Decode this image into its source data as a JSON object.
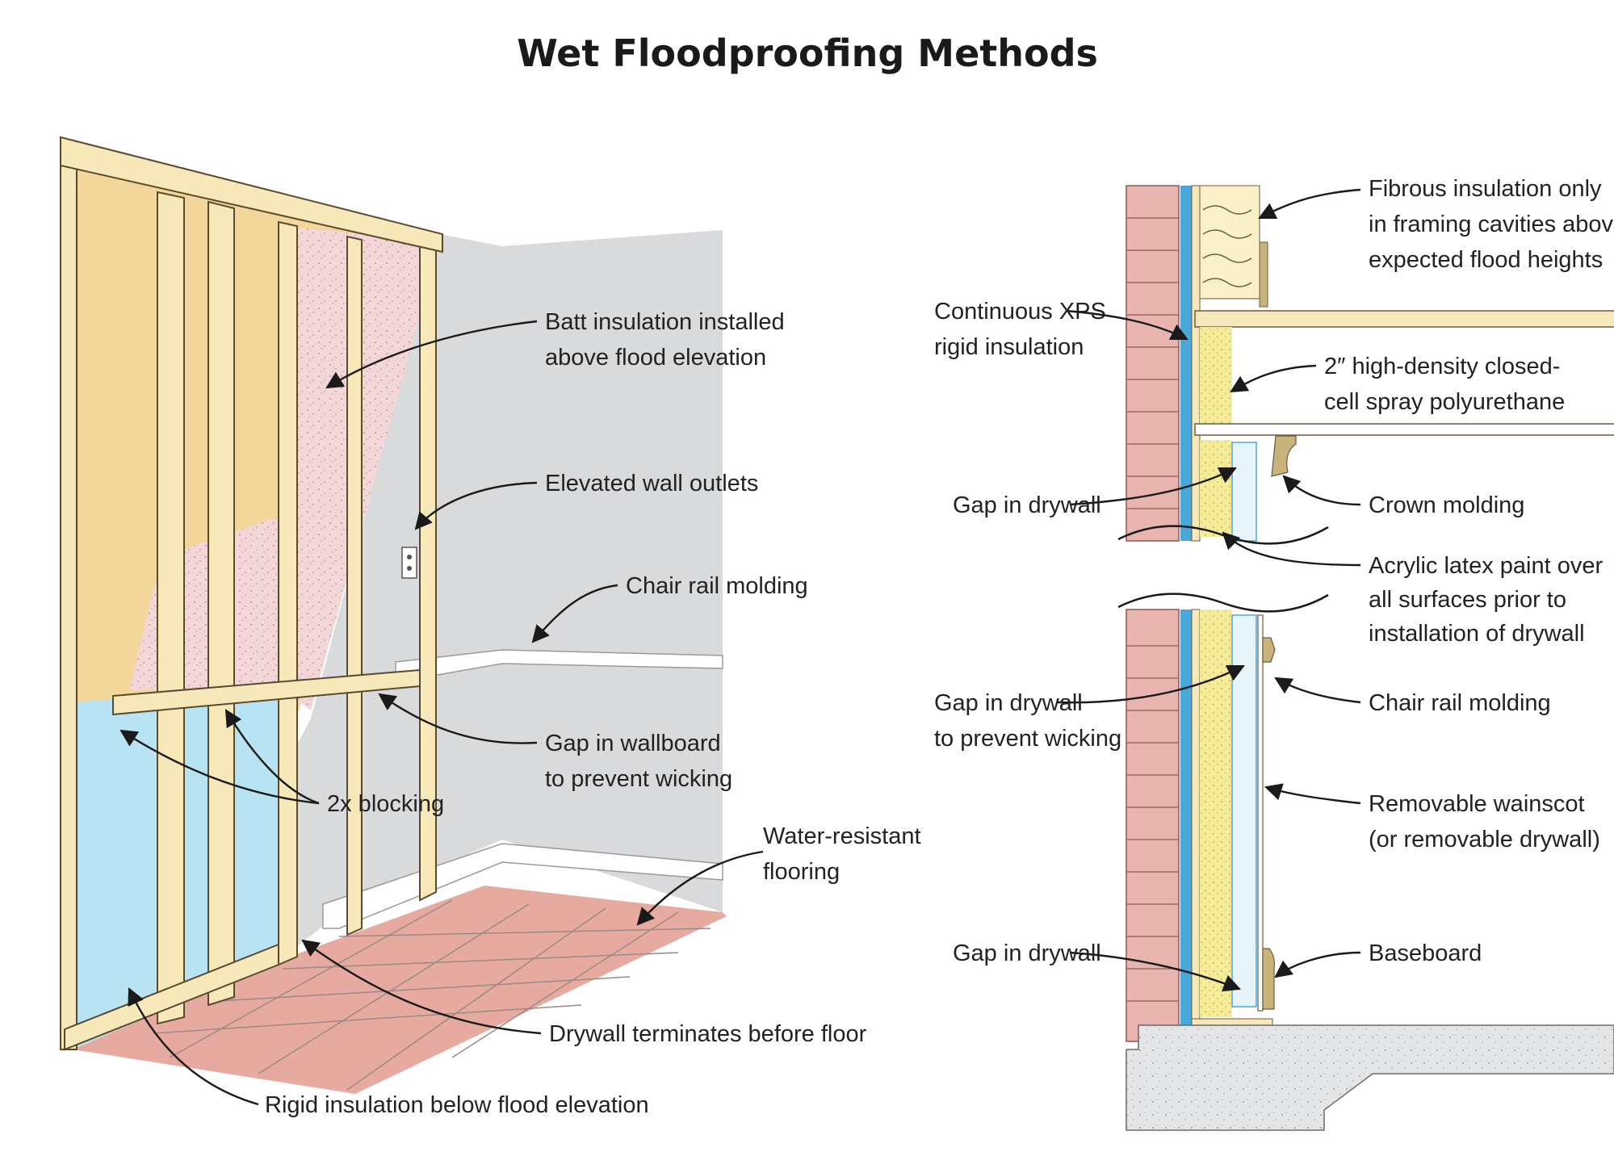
{
  "title": "Wet Floodproofing Methods",
  "colors": {
    "wall_gray": "#d9dadc",
    "framing_wood": "#f6e8b8",
    "sheathing": "#f3d699",
    "batt_pink": "#f3d6d8",
    "rigid_blue": "#b8e3f2",
    "tile": "#e7aaa0",
    "brick": "#e8b4b0",
    "spray_foam": "#f5ec9a",
    "fibrous": "#faf0c8",
    "xps_blue": "#4aa8d8",
    "concrete": "#e4e5e6",
    "trim_white": "#ffffff",
    "molding_tan": "#c8b47a"
  },
  "icons": [
    "arrow-icon",
    "wall-outlet-icon"
  ],
  "left_labels": {
    "batt": [
      "Batt insulation installed",
      "above flood elevation"
    ],
    "outlets": [
      "Elevated wall outlets"
    ],
    "chair_rail": [
      "Chair rail molding"
    ],
    "gap_wallboard": [
      "Gap in wallboard",
      "to prevent wicking"
    ],
    "blocking": [
      "2x blocking"
    ],
    "flooring": [
      "Water-resistant",
      "flooring"
    ],
    "drywall_floor": [
      "Drywall terminates before floor"
    ],
    "rigid": [
      "Rigid insulation below flood elevation"
    ]
  },
  "right_labels": {
    "fibrous": [
      "Fibrous insulation only",
      "in framing cavities above",
      "expected flood heights"
    ],
    "xps": [
      "Continuous XPS",
      "rigid insulation"
    ],
    "spray": [
      "2″ high-density closed-",
      "cell spray polyurethane"
    ],
    "gap_upper": [
      "Gap in drywall"
    ],
    "crown": [
      "Crown molding"
    ],
    "acrylic": [
      "Acrylic latex paint over",
      "all surfaces prior to",
      "installation of drywall"
    ],
    "gap_mid": [
      "Gap in drywall",
      "to prevent wicking"
    ],
    "chair_rail": [
      "Chair rail molding"
    ],
    "wainscot": [
      "Removable wainscot",
      "(or removable drywall)"
    ],
    "gap_lower": [
      "Gap in drywall"
    ],
    "baseboard": [
      "Baseboard"
    ]
  }
}
